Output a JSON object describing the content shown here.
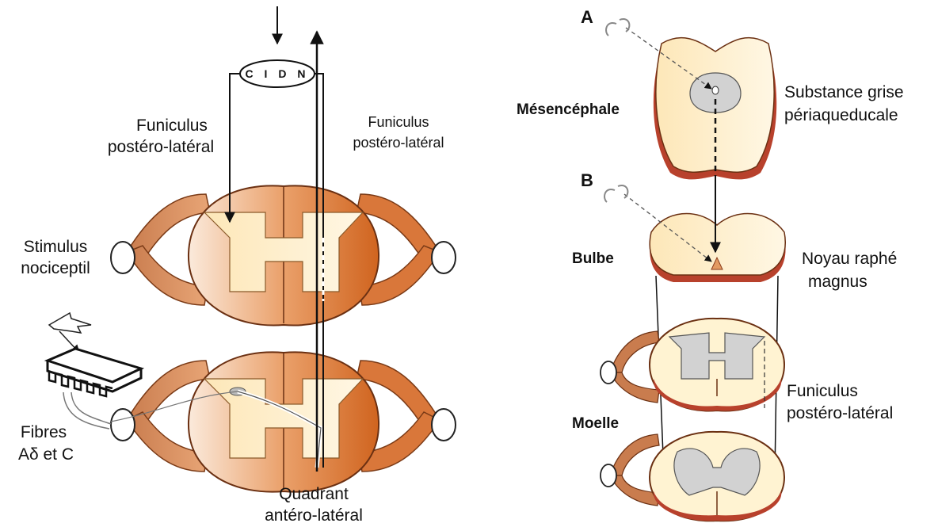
{
  "left": {
    "cidn": "C I D N",
    "funiculus_left": [
      "Funiculus",
      "postéro-latéral"
    ],
    "funiculus_right": [
      "Funiculus",
      "postéro-latéral"
    ],
    "stimulus": [
      "Stimulus",
      "nociceptil"
    ],
    "fibres": [
      "Fibres",
      "Aδ et C"
    ],
    "quadrant": [
      "Quadrant",
      "antéro-latéral"
    ]
  },
  "right": {
    "label_a": "A",
    "label_b": "B",
    "mesencephale": "Mésencéphale",
    "substance": [
      "Substance grise",
      "périaqueducale"
    ],
    "bulbe": "Bulbe",
    "noyau": [
      "Noyau raphé",
      "magnus"
    ],
    "moelle": "Moelle",
    "funiculus": [
      "Funiculus",
      "postéro-latéral"
    ]
  },
  "colors": {
    "tract_light": "#f6d9bd",
    "tract_mid": "#e39a62",
    "tract_dark": "#cf6a2a",
    "gray_matter": "#fde9b4",
    "cream": "#fff3d2",
    "red_edge": "#b8412c",
    "gray_pag": "#d2d2d2"
  }
}
